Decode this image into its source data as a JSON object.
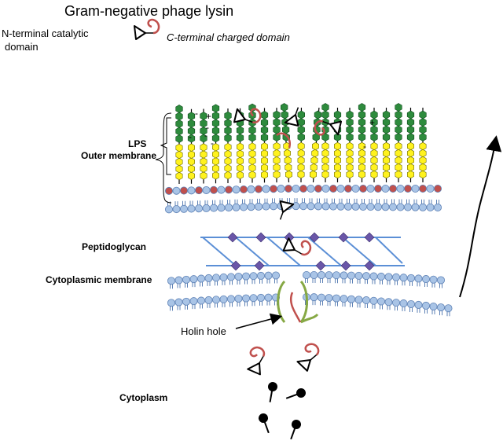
{
  "title": "Gram-negative phage lysin",
  "legend": {
    "n_terminal_line1": "N-terminal catalytic",
    "n_terminal_line2": "domain",
    "c_terminal": "C-terminal charged domain"
  },
  "labels": {
    "lps": "LPS",
    "outer_membrane": "Outer membrane",
    "peptidoglycan": "Peptidoglycan",
    "cytoplasmic_membrane": "Cytoplasmic membrane",
    "holin_hole": "Holin hole",
    "cytoplasm": "Cytoplasm"
  },
  "charges": {
    "minus": "-",
    "plus": "+"
  },
  "colors": {
    "lipid_head": "#a9c4e6",
    "lipid_outline": "#5d81b5",
    "lps_core": "#c0504d",
    "o_antigen": "#2e8b3d",
    "lipid_a": "#fff21e",
    "peptidoglycan_strand": "#5b8fd6",
    "peptidoglycan_node": "#6a56a8",
    "charged_domain": "#c0504d",
    "holin": "#86a844"
  }
}
